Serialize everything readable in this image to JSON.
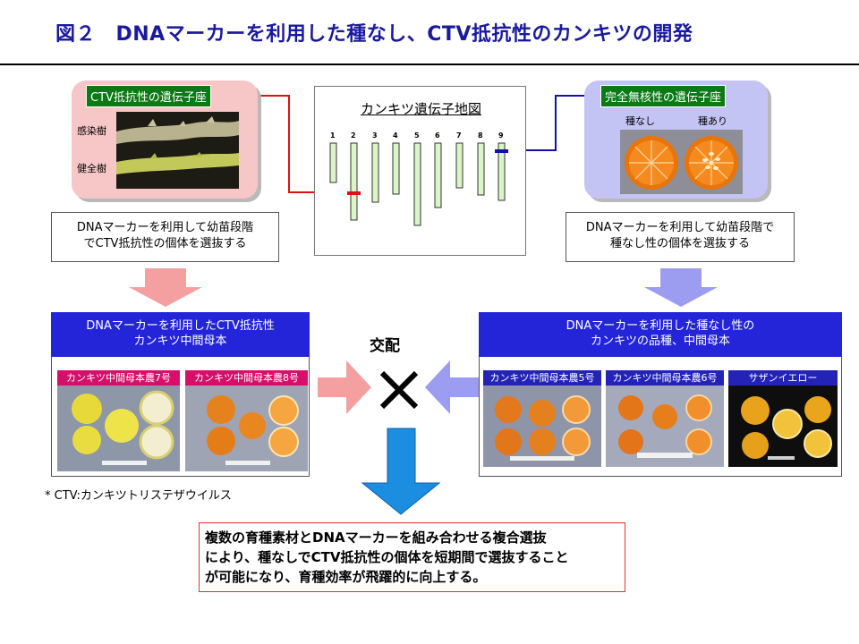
{
  "title": "図２　DNAマーカーを利用した種なし、CTV抵抗性のカンキツの開発",
  "ctv_box": {
    "label": "CTV抵抗性の遺伝子座",
    "susceptible": "感染樹",
    "healthy": "健全樹"
  },
  "map": {
    "title": "カンキツ遺伝子地図",
    "chromosomes": [
      "1",
      "2",
      "3",
      "4",
      "5",
      "6",
      "7",
      "8",
      "9"
    ]
  },
  "seed_box": {
    "label": "完全無核性の遺伝子座",
    "seedless": "種なし",
    "seeded": "種あり"
  },
  "notes": {
    "left_line1": "DNAマーカーを利用して幼苗段階",
    "left_line2": "でCTV抵抗性の個体を選抜する",
    "right_line1": "DNAマーカーを利用して幼苗段階で",
    "right_line2": "種なし性の個体を選抜する"
  },
  "panel_left": {
    "head_line1": "DNAマーカーを利用したCTV抵抗性",
    "head_line2": "カンキツ中間母本",
    "photo1": "カンキツ中間母本農7号",
    "photo2": "カンキツ中間母本農8号"
  },
  "panel_right": {
    "head_line1": "DNAマーカーを利用した種なし性の",
    "head_line2": "カンキツの品種、中間母本",
    "photo1": "カンキツ中間母本農5号",
    "photo2": "カンキツ中間母本農6号",
    "photo3": "サザンイエロー"
  },
  "cross_label": "交配",
  "footnote": "* CTV:カンキツトリステザウイルス",
  "result": {
    "line1": "複数の育種素材とDNAマーカーを組み合わせる複合選抜",
    "line2": "により、種なしでCTV抵抗性の個体を短期間で選抜すること",
    "line3": "が可能になり、育種効率が飛躍的に向上する。"
  },
  "colors": {
    "title": "#1a1a9e",
    "ctv_bg": "#f7c7c7",
    "seed_bg": "#c4c4f4",
    "label_green": "#0a7a14",
    "head_blue": "#2424d8",
    "arrow_pink": "#f4a0a0",
    "arrow_lavender": "#9c9cf0",
    "arrow_blue": "#1b8ee0",
    "ctv_line": "#dd1111",
    "seed_line": "#1111aa"
  }
}
